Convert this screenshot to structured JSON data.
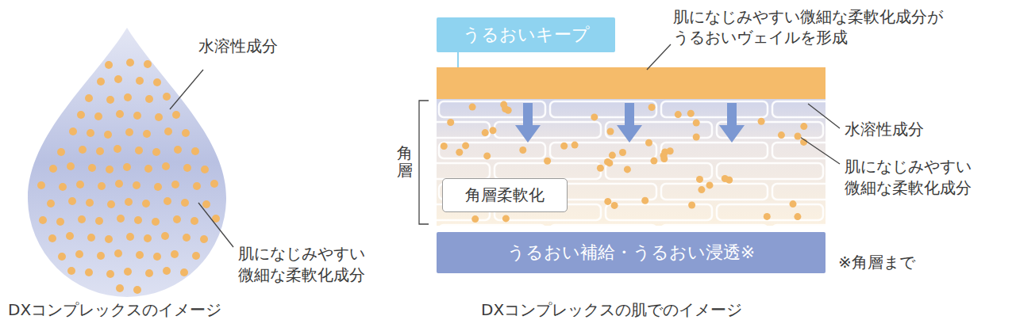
{
  "diagram": {
    "nodes": [
      {
        "text": [
          "うるおいキープ"
        ]
      },
      {
        "text": [
          "角層柔軟化"
        ]
      },
      {
        "text": [
          "うるおい補給・うるおい浸透※"
        ]
      }
    ],
    "labels": [
      "水溶性成分",
      "肌になじみやすい 微細な柔軟化成分",
      "DXコンプレックスのイメージ",
      "肌になじみやすい微細な柔軟化成分が うるおいヴェイルを形成",
      "角層",
      "水溶性成分",
      "肌になじみやすい 微細な柔軟化成分",
      "※角層まで",
      "DXコンプレックスの肌でのイメージ"
    ]
  }
}
